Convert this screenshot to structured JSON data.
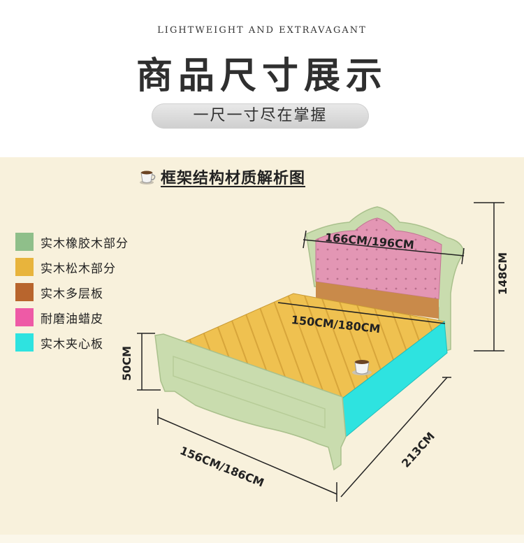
{
  "header": {
    "eyebrow": "LIGHTWEIGHT AND EXTRAVAGANT",
    "title": "商品尺寸展示",
    "subtitle_pill": "一尺一寸尽在掌握"
  },
  "section": {
    "title": "框架结构材质解析图",
    "icon": "coffee-cup-icon"
  },
  "legend": [
    {
      "label": "实木橡胶木部分",
      "color": "#8fbf8a"
    },
    {
      "label": "实木松木部分",
      "color": "#e8b43c"
    },
    {
      "label": "实木多层板",
      "color": "#b8652d"
    },
    {
      "label": "耐磨油蜡皮",
      "color": "#ee5aa6"
    },
    {
      "label": "实木夹心板",
      "color": "#2ee3e0"
    }
  ],
  "dimensions": {
    "headboard_width": "166CM/196CM",
    "mattress_width": "150CM/180CM",
    "height": "148CM",
    "footboard_height": "50CM",
    "outer_width": "156CM/186CM",
    "length": "213CM"
  },
  "colors": {
    "panel_bg": "#f8f1dc",
    "frame_green": "#c9dcae",
    "slat_yellow": "#efc150",
    "leather_pink": "#e396b4",
    "side_cyan": "#2ee3e0"
  }
}
